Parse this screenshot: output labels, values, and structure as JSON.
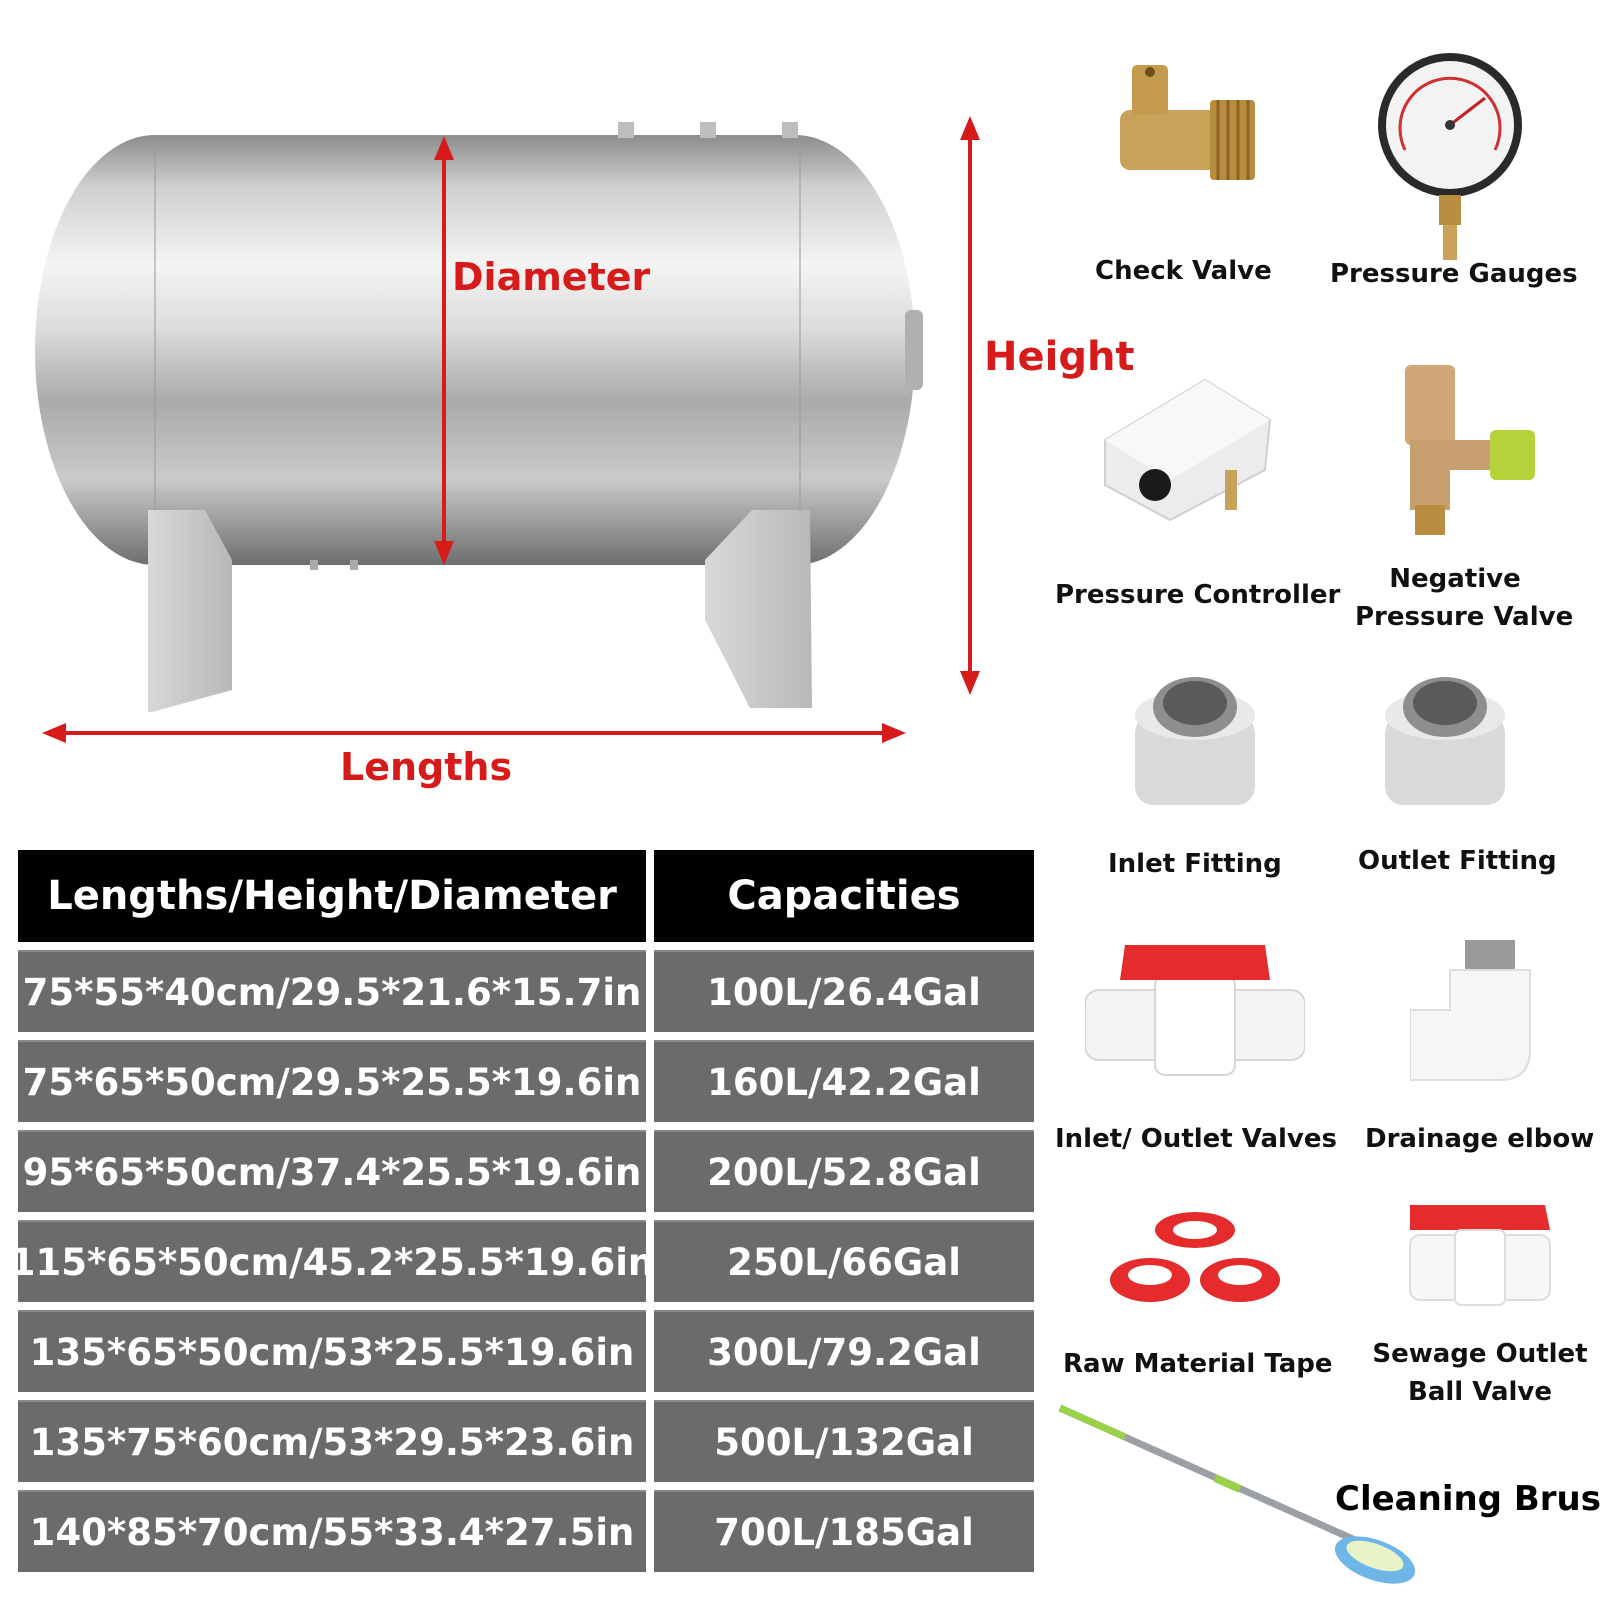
{
  "dimension_labels": {
    "diameter": "Diameter",
    "height": "Height",
    "lengths": "Lengths"
  },
  "table": {
    "headers": [
      "Lengths/Height/Diameter",
      "Capacities"
    ],
    "rows": [
      [
        "75*55*40cm/29.5*21.6*15.7in",
        "100L/26.4Gal"
      ],
      [
        "75*65*50cm/29.5*25.5*19.6in",
        "160L/42.2Gal"
      ],
      [
        "95*65*50cm/37.4*25.5*19.6in",
        "200L/52.8Gal"
      ],
      [
        "115*65*50cm/45.2*25.5*19.6in",
        "250L/66Gal"
      ],
      [
        "135*65*50cm/53*25.5*19.6in",
        "300L/79.2Gal"
      ],
      [
        "135*75*60cm/53*29.5*23.6in",
        "500L/132Gal"
      ],
      [
        "140*85*70cm/55*33.4*27.5in",
        "700L/185Gal"
      ]
    ]
  },
  "accessories": {
    "check_valve": "Check Valve",
    "pressure_gauges": "Pressure Gauges",
    "pressure_controller": "Pressure Controller",
    "negative_pressure_valve_1": "Negative",
    "negative_pressure_valve_2": "Pressure Valve",
    "inlet_fitting": "Inlet Fitting",
    "outlet_fitting": "Outlet Fitting",
    "inlet_outlet_valves": "Inlet/ Outlet Valves",
    "drainage_elbow": "Drainage elbow",
    "raw_material_tape": "Raw Material Tape",
    "sewage_outlet_1": "Sewage Outlet",
    "sewage_outlet_2": "Ball Valve",
    "cleaning_brush": "Cleaning Brush"
  },
  "colors": {
    "dimension_red": "#d71a1a",
    "header_black": "#000000",
    "row_gray": "#6b6b6b"
  }
}
